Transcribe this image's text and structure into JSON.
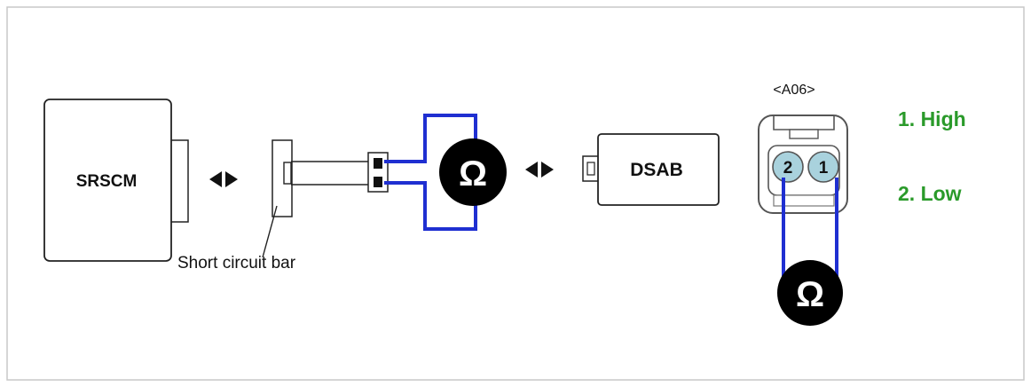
{
  "components": {
    "control_module_label": "SRSCM",
    "airbag_label": "DSAB",
    "short_bar_label": "Short circuit bar",
    "connector_id": "<A06>",
    "ohmmeter_symbol": "Ω"
  },
  "pins": {
    "pin2": "2",
    "pin1": "1"
  },
  "legend": {
    "item1": "1. High",
    "item2": "2. Low"
  },
  "colors": {
    "wire": "#1f2fd1",
    "legend_text": "#2a9a2a",
    "pin_fill": "#a9d2dd",
    "meter_fill": "#000000"
  }
}
